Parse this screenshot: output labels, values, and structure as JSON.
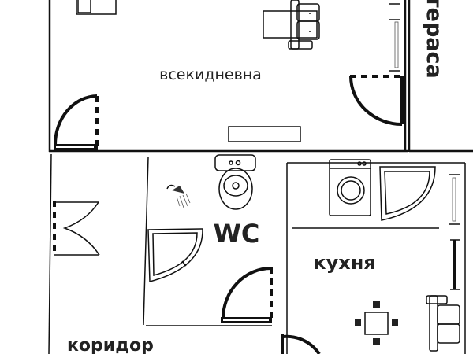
{
  "rooms": {
    "living_room": "всекидневна",
    "terrace": "тераса",
    "wc": "WC",
    "kitchen": "кухня",
    "corridor": "коридор"
  }
}
